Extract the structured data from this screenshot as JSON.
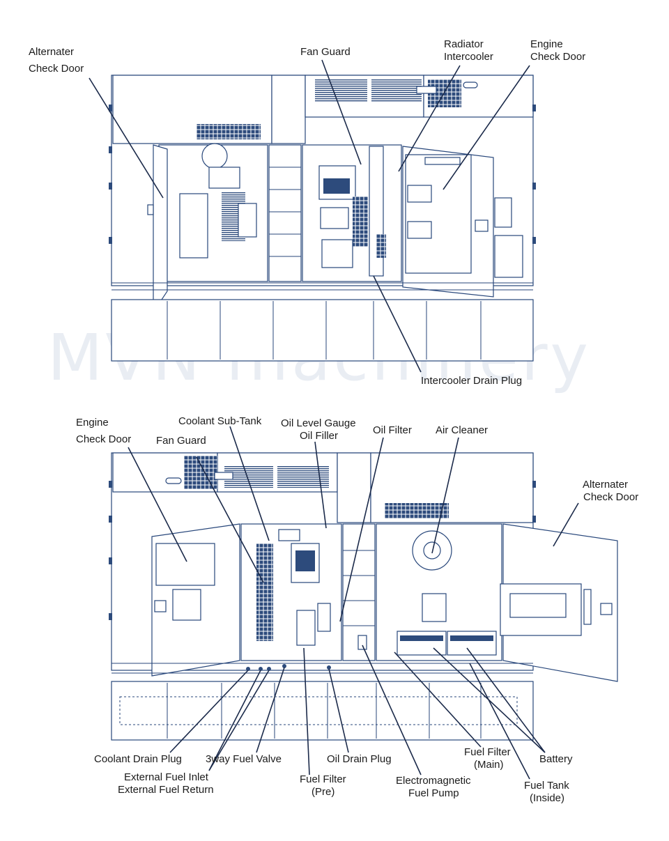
{
  "watermark": "MVN machinery",
  "top_view": {
    "labels": {
      "alternater_check_door_1": "Alternater",
      "alternater_check_door_2": "Check Door",
      "fan_guard": "Fan Guard",
      "radiator_1": "Radiator",
      "radiator_2": "Intercooler",
      "engine_check_door_1": "Engine",
      "engine_check_door_2": "Check Door",
      "intercooler_drain_plug": "Intercooler Drain Plug"
    }
  },
  "bottom_view": {
    "labels": {
      "engine_check_door_1": "Engine",
      "engine_check_door_2": "Check Door",
      "coolant_sub_tank": "Coolant Sub-Tank",
      "fan_guard": "Fan Guard",
      "oil_level_gauge": "Oil Level Gauge",
      "oil_filler": "Oil Filler",
      "oil_filter": "Oil Filter",
      "air_cleaner": "Air Cleaner",
      "alternater_check_door_1": "Alternater",
      "alternater_check_door_2": "Check Door",
      "coolant_drain_plug": "Coolant Drain Plug",
      "three_way_fuel_valve": "3way Fuel Valve",
      "oil_drain_plug": "Oil Drain Plug",
      "fuel_filter_main_1": "Fuel Filter",
      "fuel_filter_main_2": "(Main)",
      "battery": "Battery",
      "external_fuel_inlet": "External Fuel Inlet",
      "external_fuel_return": "External Fuel Return",
      "fuel_filter_pre_1": "Fuel Filter",
      "fuel_filter_pre_2": "(Pre)",
      "electromagnetic_1": "Electromagnetic",
      "electromagnetic_2": "Fuel Pump",
      "fuel_tank_1": "Fuel Tank",
      "fuel_tank_2": "(Inside)"
    }
  }
}
